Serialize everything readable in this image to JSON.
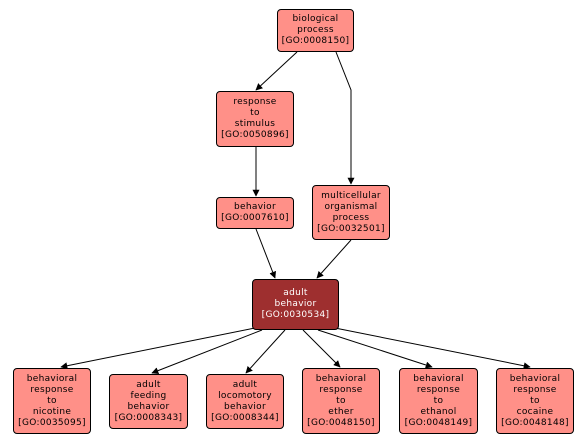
{
  "graph": {
    "nodes": [
      {
        "id": "bp",
        "lines": [
          "biological",
          "process",
          "[GO:0008150]"
        ]
      },
      {
        "id": "rs",
        "lines": [
          "response",
          "to",
          "stimulus",
          "[GO:0050896]"
        ]
      },
      {
        "id": "mop",
        "lines": [
          "multicellular",
          "organismal",
          "process",
          "[GO:0032501]"
        ]
      },
      {
        "id": "beh",
        "lines": [
          "behavior",
          "[GO:0007610]"
        ]
      },
      {
        "id": "ab",
        "lines": [
          "adult",
          "behavior",
          "[GO:0030534]"
        ],
        "highlight": true
      },
      {
        "id": "brn",
        "lines": [
          "behavioral",
          "response",
          "to",
          "nicotine",
          "[GO:0035095]"
        ]
      },
      {
        "id": "afb",
        "lines": [
          "adult",
          "feeding",
          "behavior",
          "[GO:0008343]"
        ]
      },
      {
        "id": "alb",
        "lines": [
          "adult",
          "locomotory",
          "behavior",
          "[GO:0008344]"
        ]
      },
      {
        "id": "bre",
        "lines": [
          "behavioral",
          "response",
          "to",
          "ether",
          "[GO:0048150]"
        ]
      },
      {
        "id": "bret",
        "lines": [
          "behavioral",
          "response",
          "to",
          "ethanol",
          "[GO:0048149]"
        ]
      },
      {
        "id": "brc",
        "lines": [
          "behavioral",
          "response",
          "to",
          "cocaine",
          "[GO:0048148]"
        ]
      }
    ],
    "edges": [
      {
        "from": "bp",
        "to": "rs"
      },
      {
        "from": "bp",
        "to": "mop"
      },
      {
        "from": "rs",
        "to": "beh"
      },
      {
        "from": "beh",
        "to": "ab"
      },
      {
        "from": "mop",
        "to": "ab"
      },
      {
        "from": "ab",
        "to": "brn"
      },
      {
        "from": "ab",
        "to": "afb"
      },
      {
        "from": "ab",
        "to": "alb"
      },
      {
        "from": "ab",
        "to": "bre"
      },
      {
        "from": "ab",
        "to": "bret"
      },
      {
        "from": "ab",
        "to": "brc"
      }
    ],
    "colors": {
      "node_fill": "#ff9088",
      "highlight_fill": "#9e2f2f",
      "edge": "#000000"
    }
  }
}
